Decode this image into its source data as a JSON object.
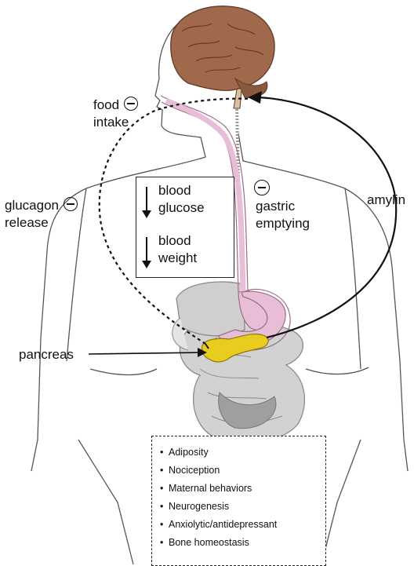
{
  "labels": {
    "food": "food",
    "intake": "intake",
    "glucagon": "glucagon",
    "release": "release",
    "gastric": "gastric",
    "emptying": "emptying",
    "amylin": "amylin",
    "pancreas": "pancreas"
  },
  "effects_box": [
    {
      "line1": "blood",
      "line2": "glucose"
    },
    {
      "line1": "blood",
      "line2": "weight"
    }
  ],
  "outcomes": [
    "Adiposity",
    "Nociception",
    "Maternal behaviors",
    "Neurogenesis",
    "Anxiolytic/antidepressant",
    "Bone homeostasis"
  ],
  "colors": {
    "brain": "#a0694c",
    "gut_tube": "#e8bdd8",
    "pancreas": "#e8cc1e",
    "organs": "#c9c9c9",
    "body_outline": "#555555"
  }
}
